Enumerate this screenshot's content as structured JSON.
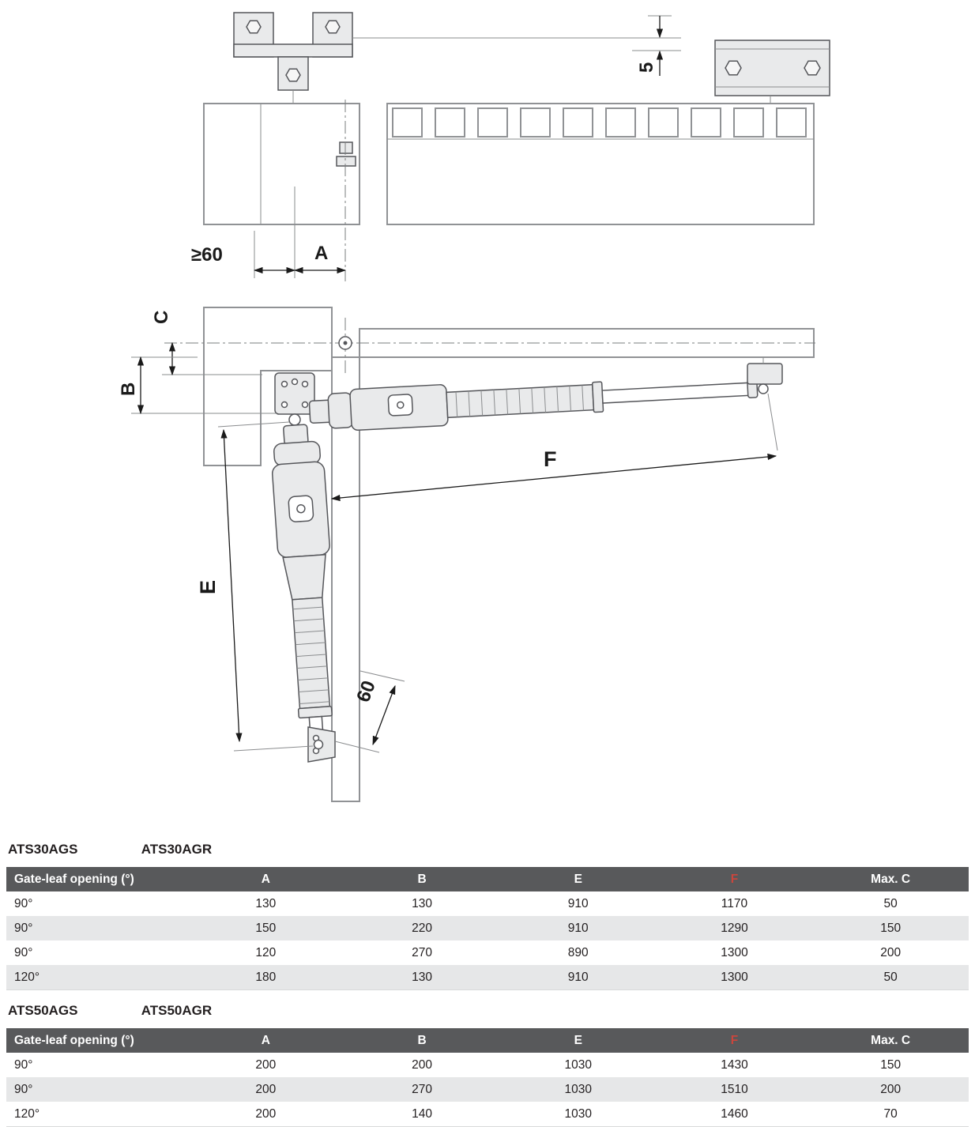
{
  "drawing": {
    "labels": {
      "dim_5": "5",
      "dim_ge60": "≥60",
      "dim_A": "A",
      "dim_C": "C",
      "dim_B": "B",
      "dim_E": "E",
      "dim_F": "F",
      "dim_60": "60"
    }
  },
  "colors": {
    "table_header_bg": "#58595b",
    "table_header_text": "#ffffff",
    "row_alt_bg": "#e6e7e8",
    "f_header_red": "#c9463d"
  },
  "tables": [
    {
      "title_left": "ATS30AGS",
      "title_right": "ATS30AGR",
      "headers": [
        "Gate-leaf opening (°)",
        "A",
        "B",
        "E",
        "F",
        "Max. C"
      ],
      "rows": [
        [
          "90°",
          "130",
          "130",
          "910",
          "1170",
          "50"
        ],
        [
          "90°",
          "150",
          "220",
          "910",
          "1290",
          "150"
        ],
        [
          "90°",
          "120",
          "270",
          "890",
          "1300",
          "200"
        ],
        [
          "120°",
          "180",
          "130",
          "910",
          "1300",
          "50"
        ]
      ]
    },
    {
      "title_left": "ATS50AGS",
      "title_right": "ATS50AGR",
      "headers": [
        "Gate-leaf opening (°)",
        "A",
        "B",
        "E",
        "F",
        "Max. C"
      ],
      "rows": [
        [
          "90°",
          "200",
          "200",
          "1030",
          "1430",
          "150"
        ],
        [
          "90°",
          "200",
          "270",
          "1030",
          "1510",
          "200"
        ],
        [
          "120°",
          "200",
          "140",
          "1030",
          "1460",
          "70"
        ]
      ]
    }
  ]
}
